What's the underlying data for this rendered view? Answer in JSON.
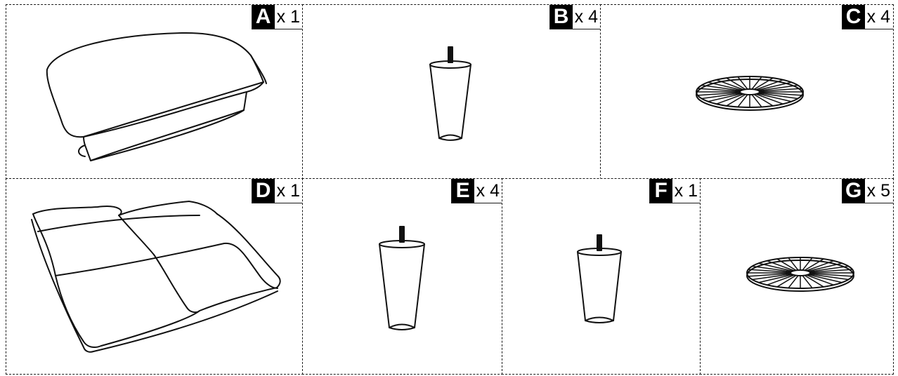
{
  "parts": [
    {
      "letter": "A",
      "quantity": "x 1",
      "icon": "seat-cushion-icon"
    },
    {
      "letter": "B",
      "quantity": "x 4",
      "icon": "tapered-leg-icon"
    },
    {
      "letter": "C",
      "quantity": "x 4",
      "icon": "round-glide-pad-icon"
    },
    {
      "letter": "D",
      "quantity": "x 1",
      "icon": "back-cushion-icon"
    },
    {
      "letter": "E",
      "quantity": "x 4",
      "icon": "tapered-leg-icon"
    },
    {
      "letter": "F",
      "quantity": "x 1",
      "icon": "tapered-leg-icon"
    },
    {
      "letter": "G",
      "quantity": "x 5",
      "icon": "round-glide-pad-icon"
    }
  ]
}
